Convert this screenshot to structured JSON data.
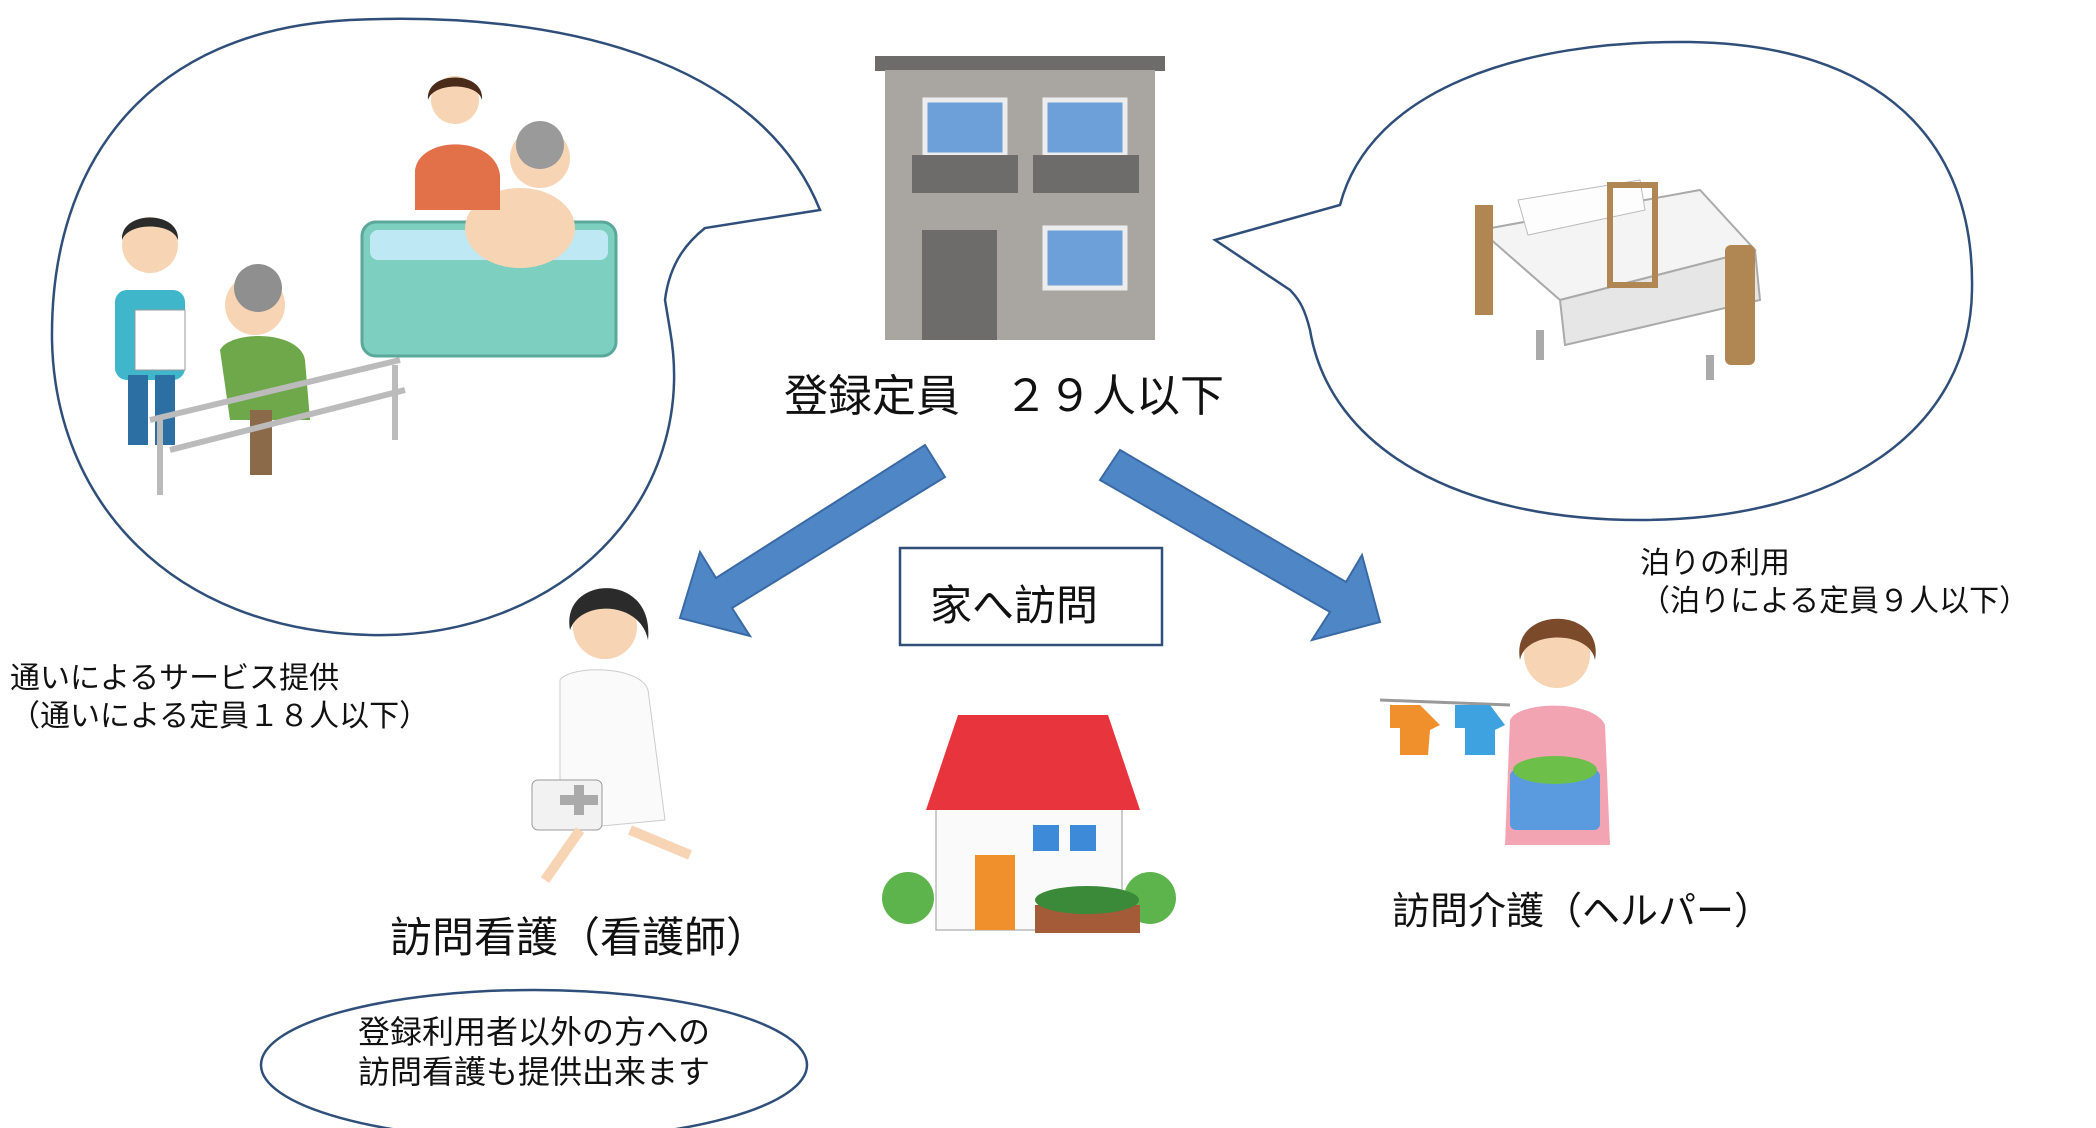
{
  "center": {
    "label": "登録定員　２９人以下"
  },
  "home_visit_box": {
    "label": "家へ訪問"
  },
  "day_service": {
    "line1": "通いによるサービス提供",
    "line2": "（通いによる定員１８人以下）"
  },
  "stay": {
    "line1": "泊りの利用",
    "line2": "（泊りによる定員９人以下）"
  },
  "nursing": {
    "label": "訪問看護（看護師）"
  },
  "care": {
    "label": "訪問介護（ヘルパー）"
  },
  "note": {
    "line1": "登録利用者以外の方への",
    "line2": "訪問看護も提供出来ます"
  },
  "colors": {
    "outline": "#2f4f7a",
    "arrow": "#4f86c6",
    "arrow_edge": "#3a6aa5",
    "building": "#a9a6a2",
    "roof": "#e8343c"
  }
}
